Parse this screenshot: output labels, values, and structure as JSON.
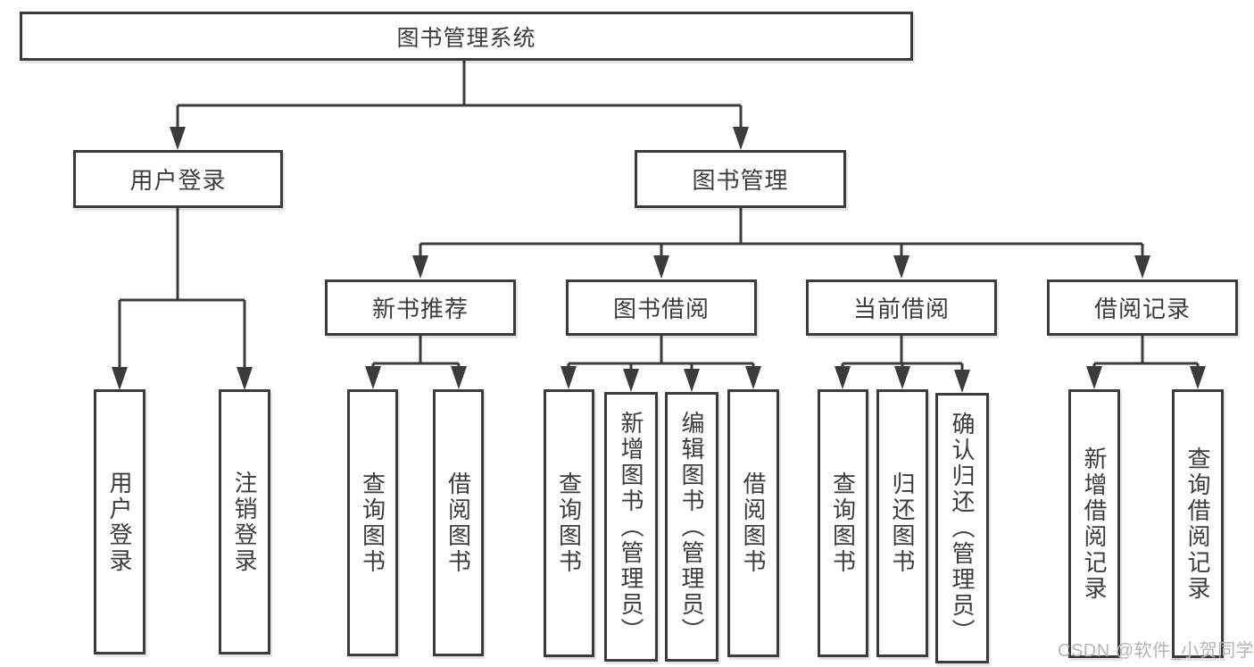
{
  "colors": {
    "line": "#3b3b3b",
    "text": "#3c3c3c",
    "watermark": "#b5b5b5",
    "background": "#ffffff"
  },
  "tree": {
    "label": "图书管理系统",
    "children": [
      {
        "label": "用户登录",
        "children": [
          {
            "label": "用户登录"
          },
          {
            "label": "注销登录"
          }
        ]
      },
      {
        "label": "图书管理",
        "children": [
          {
            "label": "新书推荐",
            "children": [
              {
                "label": "查询图书"
              },
              {
                "label": "借阅图书"
              }
            ]
          },
          {
            "label": "图书借阅",
            "children": [
              {
                "label": "查询图书"
              },
              {
                "label": "新增图书（管理员）"
              },
              {
                "label": "编辑图书（管理员）"
              },
              {
                "label": "借阅图书"
              }
            ]
          },
          {
            "label": "当前借阅",
            "children": [
              {
                "label": "查询图书"
              },
              {
                "label": "归还图书"
              },
              {
                "label": "确认归还（管理员）"
              }
            ]
          },
          {
            "label": "借阅记录",
            "children": [
              {
                "label": "新增借阅记录"
              },
              {
                "label": "查询借阅记录"
              }
            ]
          }
        ]
      }
    ]
  },
  "watermark": {
    "text": "CSDN @软件_小贺同学"
  }
}
